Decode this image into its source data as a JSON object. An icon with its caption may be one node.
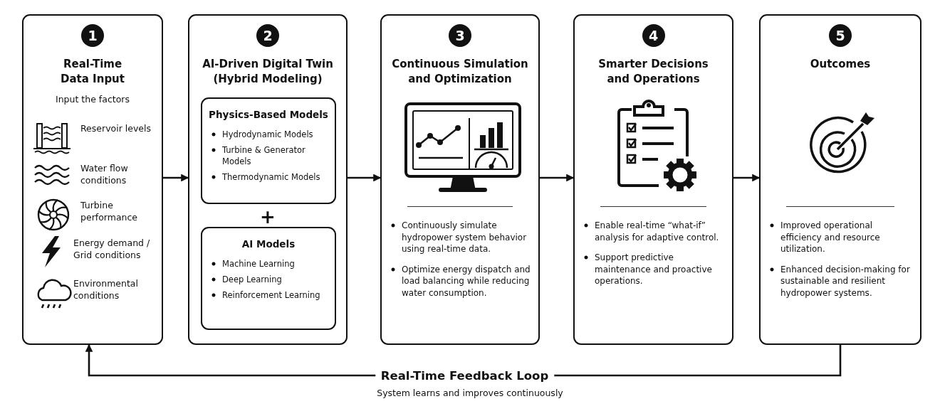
{
  "diagram": {
    "nodes": [
      {
        "text": [
          "1",
          "Real-Time Data Input",
          "Input the factors",
          "Reservoir levels",
          "Water flow conditions",
          "Turbine performance",
          "Energy demand / Grid conditions",
          "Environmental conditions"
        ]
      },
      {
        "text": [
          "2",
          "AI-Driven Digital Twin (Hybrid Modeling)",
          "+"
        ]
      },
      {
        "text": [
          "Physics-Based Models",
          "Hydrodynamic Models",
          "Turbine & Generator Models",
          "Thermodynamic Models"
        ],
        "in": 1
      },
      {
        "text": [
          "AI Models",
          "Machine Learning",
          "Deep Learning",
          "Reinforcement Learning"
        ],
        "in": 1
      },
      {
        "text": [
          "3",
          "Continuous Simulation and Optimization",
          "Continuously simulate hydropower system behavior using real-time data.",
          "Optimize energy dispatch and load balancing while reducing water consumption."
        ]
      },
      {
        "text": [
          "4",
          "Smarter Decisions and Operations",
          "Enable real-time “what-if” analysis for adaptive control.",
          "Support predictive maintenance and proactive operations."
        ]
      },
      {
        "text": [
          "5",
          "Outcomes",
          "Improved operational efficiency and resource utilization.",
          "Enhanced decision-making for sustainable and resilient hydropower systems."
        ]
      }
    ],
    "edges": [
      {
        "from": 0,
        "to": 1,
        "arrow": "to"
      },
      {
        "from": 1,
        "to": 4,
        "arrow": "to"
      },
      {
        "from": 4,
        "to": 5,
        "arrow": "to"
      },
      {
        "from": 5,
        "to": 6,
        "arrow": "to"
      },
      {
        "from": 6,
        "to": 0,
        "arrow": "to",
        "label": "Real-Time Feedback Loop"
      }
    ],
    "labels": [
      "System learns and improves continuously"
    ]
  }
}
